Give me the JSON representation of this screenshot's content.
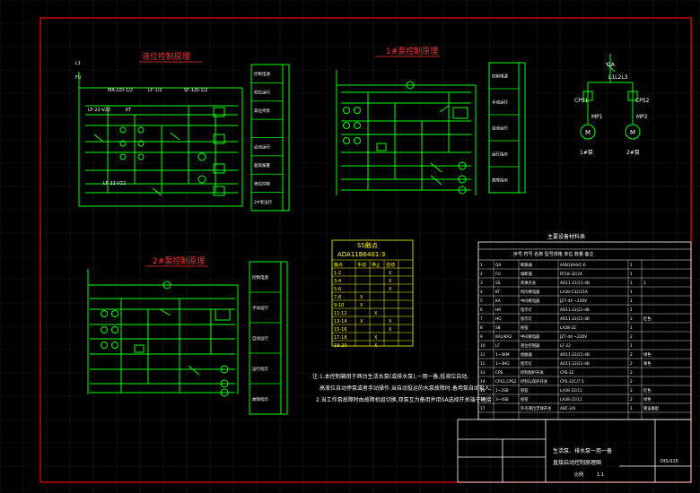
{
  "titles": {
    "level": "液位控制原理",
    "pump1": "1#泵控制原理",
    "pump2": "2#泵控制原理"
  },
  "level_labels": {
    "l1": "L1",
    "fu": "FU",
    "sa1": "MA-1/D-1/2",
    "sa2": "LF-1/2",
    "sa3": "SF-1/D-1/2",
    "lf": "LF-22-V22",
    "kt": "KT",
    "ft": "LF-22-V22"
  },
  "side_labels_level": [
    "控制电源",
    "低位运行",
    "高位停泵",
    "",
    "启动运行",
    "超高报警",
    "液位控制",
    "2#泵运行"
  ],
  "side_labels_pump1": [
    "控制电源",
    "手动运行",
    "自动运行",
    "运行指示",
    "故障指示"
  ],
  "side_labels_pump2": [
    "控制电源",
    "手动运行",
    "自动运行",
    "运行指示",
    "故障指示"
  ],
  "motor": {
    "qa": "QA",
    "bus": "L1L2L3",
    "cps1": "CPS1",
    "cps2": "CPS2",
    "mp1": "MP1",
    "mp2": "MP2",
    "m": "M",
    "label1": "1#泵",
    "label2": "2#泵"
  },
  "switch_table": {
    "title": "SS触点",
    "model": "ADA11B6401-3",
    "header": [
      "触点",
      "手动",
      "停止",
      "自动"
    ],
    "rows": [
      [
        "1-2",
        "",
        "",
        "X"
      ],
      [
        "3-4",
        "",
        "",
        "X"
      ],
      [
        "5-6",
        "",
        "",
        "X"
      ],
      [
        "7-8",
        "X",
        "",
        ""
      ],
      [
        "9-10",
        "X",
        "",
        ""
      ],
      [
        "11-12",
        "",
        "X",
        ""
      ],
      [
        "13-14",
        "X",
        "",
        "X"
      ],
      [
        "15-16",
        "",
        "",
        "X"
      ],
      [
        "17-18",
        "",
        "X",
        ""
      ],
      [
        "19-20",
        "",
        "X",
        ""
      ]
    ]
  },
  "notes": [
    "注:1.本控制箱用于两台生活水泵(或排水泵),一用一备,低液位自动,",
    "高液位自动停泵或者手动操作,当自动投运的水泵故障时,备用泵自动投入;",
    "2.当工作泵故障时由故障机组切换,双泵互为备用并用SA选择开关端子短接"
  ],
  "materials": {
    "title": "主要设备材料表",
    "subheader": "序号 符号 名称 型号规格 单位 数量 备注",
    "rows": [
      [
        "1",
        "QA",
        "断路器",
        "ASN10A4/C-6",
        "1",
        ""
      ],
      [
        "2",
        "FU",
        "熔断器",
        "RT18-32/2A",
        "1",
        ""
      ],
      [
        "3",
        "SS",
        "转换开关",
        "AD11-22/21-4B",
        "1",
        "1"
      ],
      [
        "4",
        "KT",
        "时间继电器",
        "LA38-C32/21A",
        "1",
        ""
      ],
      [
        "5",
        "KA",
        "中间继电器",
        "JZ7-44 ~220V",
        "1",
        ""
      ],
      [
        "6",
        "HR",
        "指示灯",
        "AD11-22/21-4B",
        "1",
        ""
      ],
      [
        "7",
        "HG",
        "指示灯",
        "AD11-22/21-4B",
        "2",
        "红色"
      ],
      [
        "8",
        "SB",
        "按钮",
        "LA38-22",
        "1",
        ""
      ],
      [
        "9",
        "KA1/KA2",
        "中间继电器",
        "JZ7-44 ~220V",
        "2",
        ""
      ],
      [
        "10",
        "LF",
        "液位控制器",
        "LF-22",
        "1",
        ""
      ],
      [
        "11",
        "1~3KM",
        "接触器",
        "AD11-22/21-4B",
        "2",
        "绿色"
      ],
      [
        "12",
        "1~3HG",
        "指示灯",
        "AD11-22/21-4B",
        "2",
        "黄色"
      ],
      [
        "13",
        "CPS",
        "控制保护开关",
        "CPS-32",
        "2",
        ""
      ],
      [
        "14",
        "CPS1,CPS2",
        "控制与保护开关",
        "CPS-32C/7.5",
        "2",
        ""
      ],
      [
        "15",
        "1~2SB",
        "按钮",
        "LA38-22/11",
        "2",
        "红色"
      ],
      [
        "16",
        "3~4SB",
        "按钮",
        "LA38-22/11",
        "2",
        "绿色"
      ],
      [
        "17",
        "",
        "外壳液位浮球开关",
        "ABC-2/A",
        "1",
        "随设备配"
      ]
    ]
  },
  "title_block": {
    "line1": "生活泵、排水泵一用一备",
    "line2": "直接启动控制原理图",
    "scale_label": "比例",
    "scale_value": "1:1",
    "drawing_no": "DIS-015"
  },
  "colors": {
    "background": "#000000",
    "line": "#00ff00",
    "frame": "#ff0000",
    "grid": "#1a1a1a",
    "title": "#ff3333",
    "text": "#ffffff",
    "yellow": "#ffff00"
  }
}
